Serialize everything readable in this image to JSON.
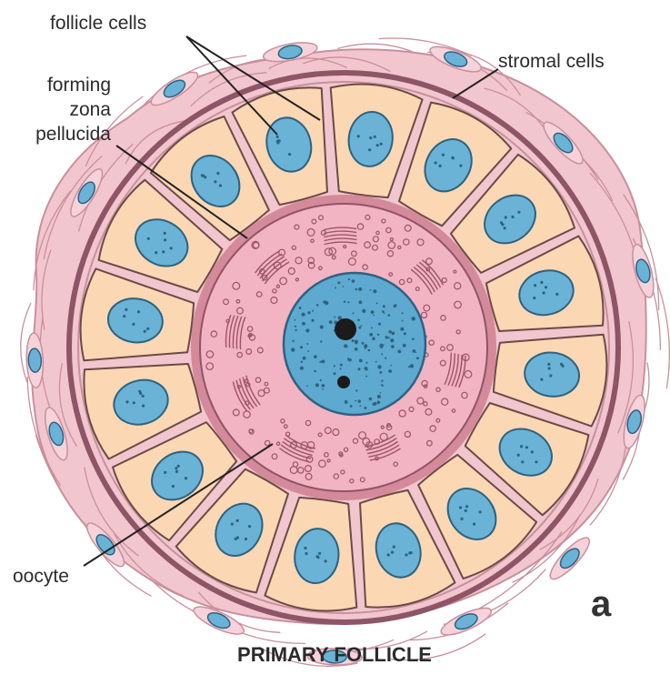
{
  "labels": {
    "follicle_cells": "follicle cells",
    "stromal_cells": "stromal cells",
    "forming_zona_pellucida": [
      "forming",
      "zona",
      "pellucida"
    ],
    "oocyte": "oocyte",
    "panel_letter": "a",
    "caption": "PRIMARY FOLLICLE"
  },
  "colors": {
    "stroma_fill": "#f2c6cf",
    "stroma_stroke": "#c98f9d",
    "basement_membrane": "#8e5566",
    "follicle_cell_fill": "#fbd7b4",
    "follicle_cell_stroke": "#6b4a45",
    "nucleus_fill": "#6ab3d6",
    "nucleus_stroke": "#2d6280",
    "zona_pellucida": "#d48a9a",
    "oocyte_cytoplasm": "#f2b3c3",
    "oocyte_nucleus": "#5ea9cf",
    "nucleolus": "#1b1b1b",
    "organelle": "#9b5466"
  }
}
